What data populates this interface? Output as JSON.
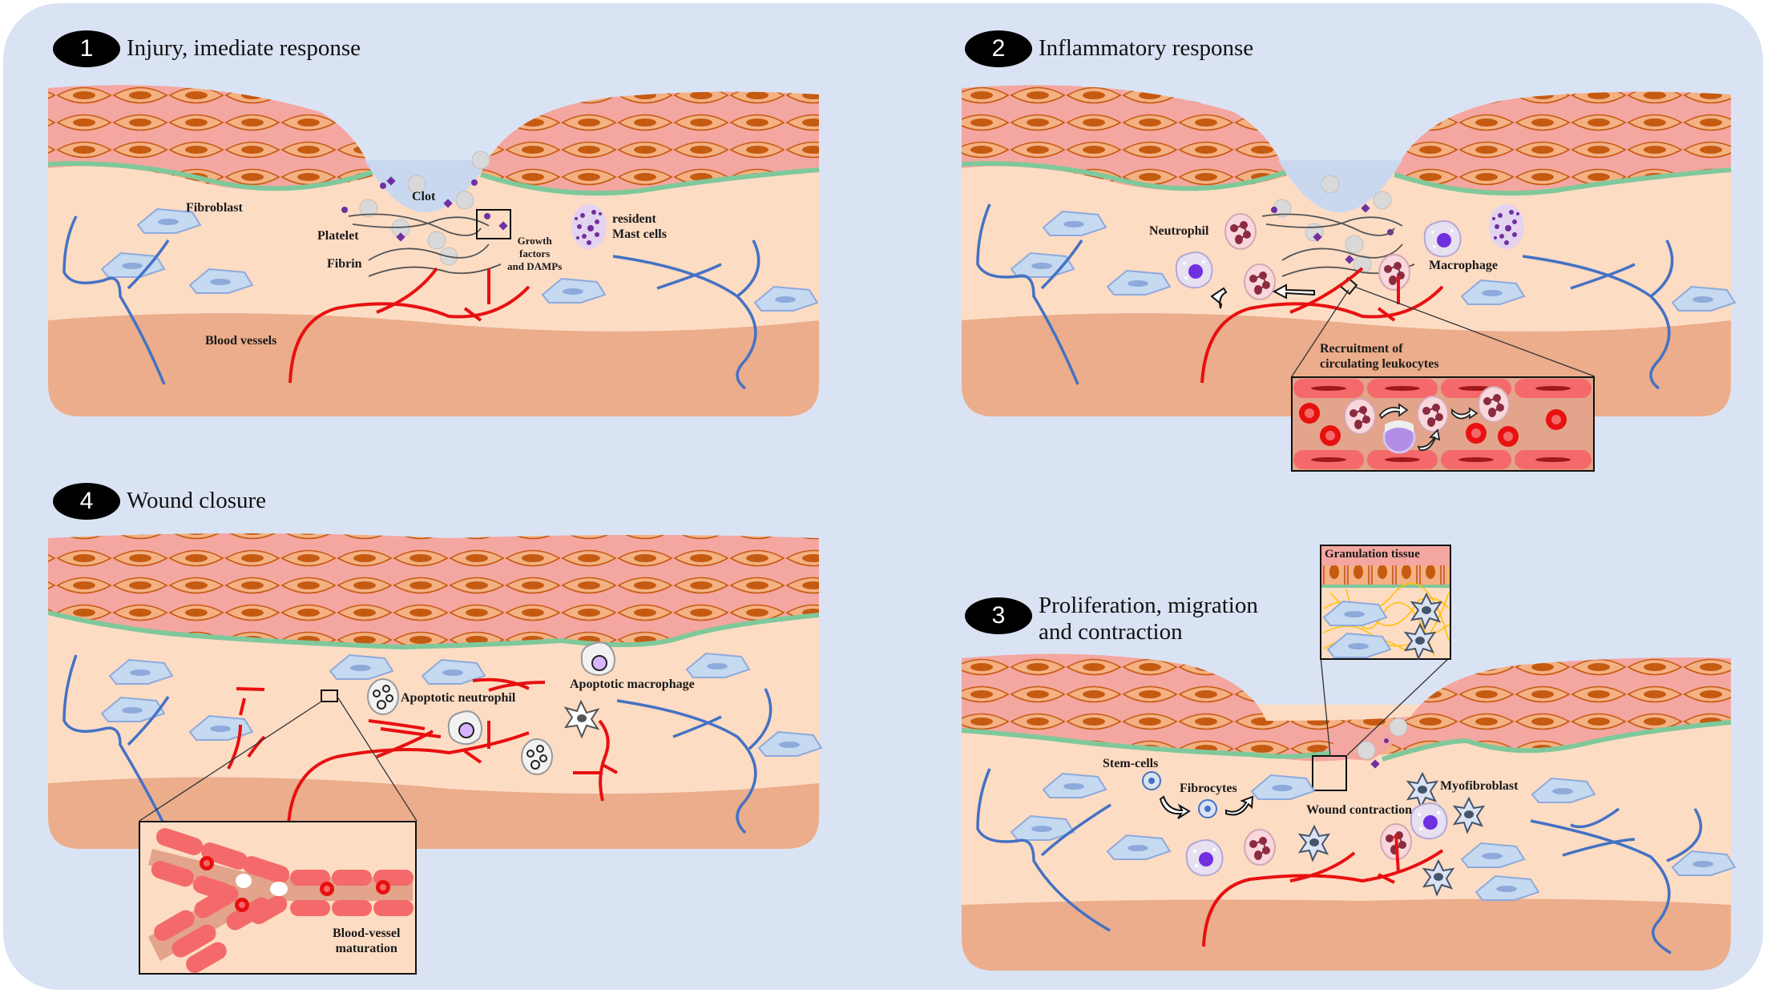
{
  "panels": [
    {
      "number": "1",
      "title": "Injury, imediate response",
      "labels": {
        "fibroblast": "Fibroblast",
        "clot": "Clot",
        "platelet": "Platelet",
        "fibrin": "Fibrin",
        "growth_factors": "Growth factors and DAMPs",
        "growth_factors_lines": [
          "Growth",
          "factors",
          "and DAMPs"
        ],
        "mast_cells": "resident Mast cells",
        "mast_cells_lines": [
          "resident",
          "Mast cells"
        ],
        "blood_vessels": "Blood vessels"
      }
    },
    {
      "number": "2",
      "title": "Inflammatory response",
      "labels": {
        "neutrophil": "Neutrophil",
        "macrophage": "Macrophage",
        "recruitment": "Recruitment of circulating leukocytes",
        "recruitment_lines": [
          "Recruitment of",
          "circulating leukocytes"
        ]
      }
    },
    {
      "number": "3",
      "title": "Proliferation, migration and contraction",
      "title_lines": [
        "Proliferation, migration",
        "and contraction"
      ],
      "labels": {
        "granulation_tissue": "Granulation tissue",
        "stem_cells": "Stem-cells",
        "fibrocytes": "Fibrocytes",
        "myofibroblast": "Myofibroblast",
        "wound_contraction": "Wound contraction"
      }
    },
    {
      "number": "4",
      "title": "Wound closure",
      "labels": {
        "apoptotic_neutrophil": "Apoptotic neutrophil",
        "apoptotic_macrophage": "Apoptotic macrophage",
        "blood_vessel_maturation": "Blood-vessel maturation",
        "blood_vessel_maturation_lines": [
          "Blood-vessel",
          "maturation"
        ]
      }
    }
  ],
  "colors": {
    "background": "#dae3f3",
    "epidermis_cell": "#f4b183",
    "cell_outline": "#c55a11",
    "nucleus": "#c55a11",
    "stratum": "#f4a6a0",
    "basement_membrane": "#7fc89b",
    "dermis": "#fddcc4",
    "hypodermis": "#ebad8b",
    "artery": "#e81010",
    "vein": "#4472c4",
    "fibroblast": "#c5d9f1",
    "clot": "#c9d8ee",
    "platelet": "#d9d9d9",
    "growth_factor": "#7030a0"
  }
}
